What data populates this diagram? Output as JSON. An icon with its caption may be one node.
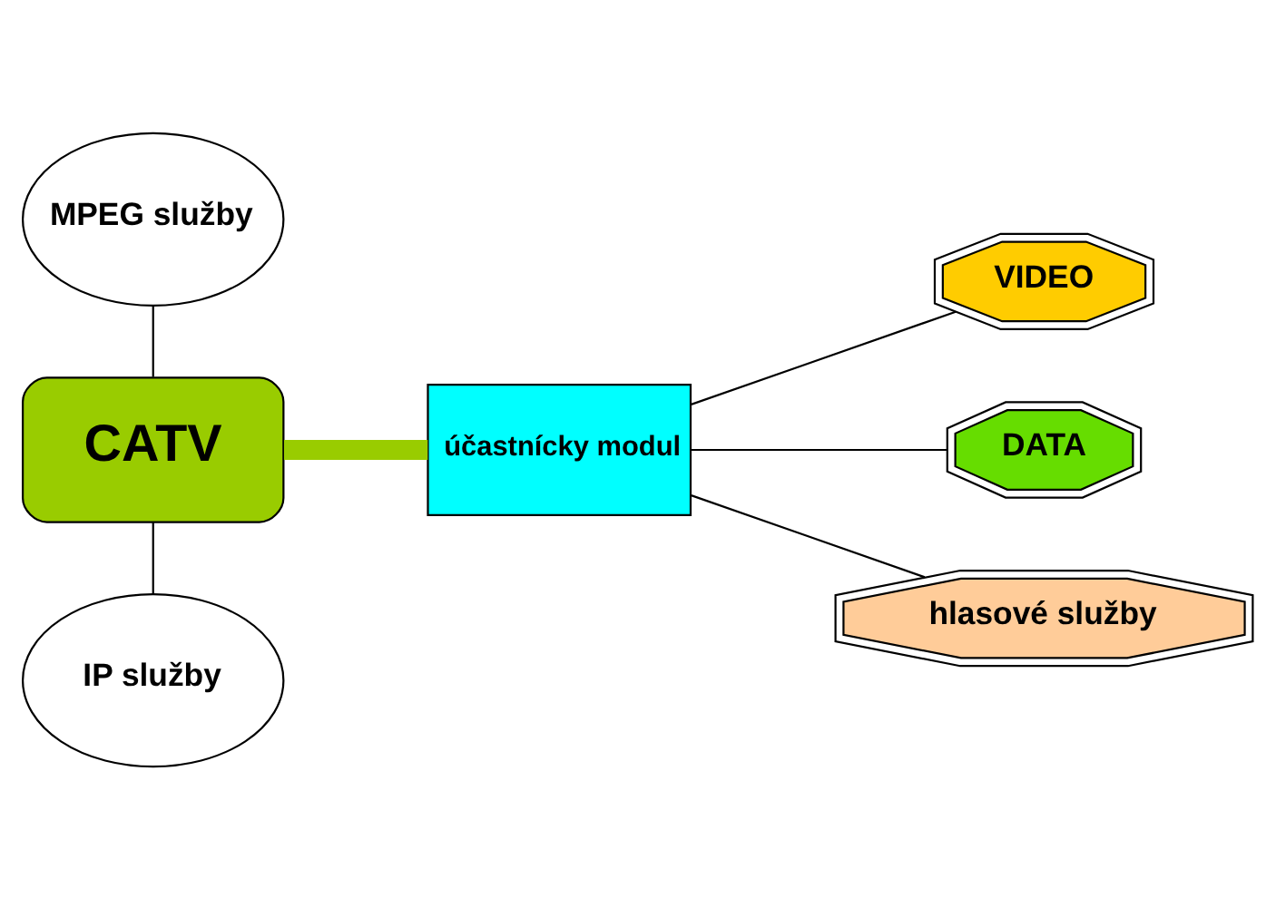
{
  "diagram": {
    "nodes": [
      {
        "text": [
          "MPEG služby"
        ]
      },
      {
        "text": [
          "CATV"
        ]
      },
      {
        "text": [
          "IP služby"
        ]
      },
      {
        "text": [
          "účastnícky modul"
        ]
      },
      {
        "text": [
          "VIDEO"
        ]
      },
      {
        "text": [
          "DATA"
        ]
      },
      {
        "text": [
          "hlasové služby"
        ]
      }
    ],
    "edges": [
      {
        "from": 0,
        "to": 1,
        "arrow": "none"
      },
      {
        "from": 1,
        "to": 2,
        "arrow": "none"
      },
      {
        "from": 1,
        "to": 3,
        "arrow": "none",
        "style": "thick",
        "color": "#99cc00"
      },
      {
        "from": 3,
        "to": 4,
        "arrow": "none"
      },
      {
        "from": 3,
        "to": 5,
        "arrow": "none"
      },
      {
        "from": 3,
        "to": 6,
        "arrow": "none"
      }
    ]
  }
}
